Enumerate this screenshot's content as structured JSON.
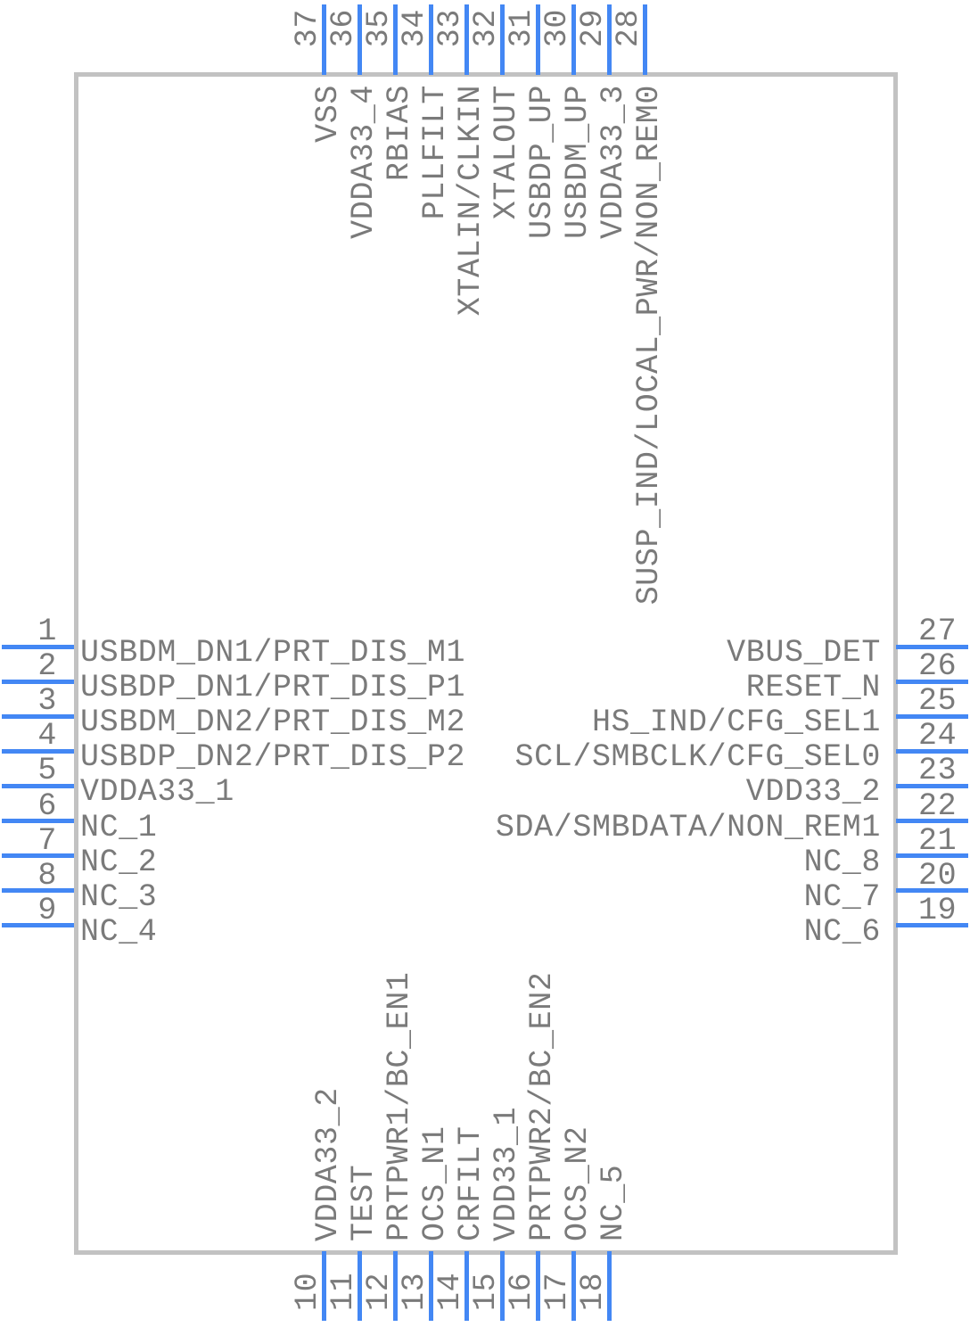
{
  "diagram": {
    "kind": "ic-pinout-symbol",
    "pin_count": 37
  },
  "colors": {
    "background": "#ffffff",
    "pin_line": "#4387f4",
    "text": "#7a7a7a",
    "body_border": "#c2c2c2"
  },
  "pins": {
    "left": [
      {
        "number": "1",
        "name": "USBDM_DN1/PRT_DIS_M1"
      },
      {
        "number": "2",
        "name": "USBDP_DN1/PRT_DIS_P1"
      },
      {
        "number": "3",
        "name": "USBDM_DN2/PRT_DIS_M2"
      },
      {
        "number": "4",
        "name": "USBDP_DN2/PRT_DIS_P2"
      },
      {
        "number": "5",
        "name": "VDDA33_1"
      },
      {
        "number": "6",
        "name": "NC_1"
      },
      {
        "number": "7",
        "name": "NC_2"
      },
      {
        "number": "8",
        "name": "NC_3"
      },
      {
        "number": "9",
        "name": "NC_4"
      }
    ],
    "right": [
      {
        "number": "27",
        "name": "VBUS_DET"
      },
      {
        "number": "26",
        "name": "RESET_N"
      },
      {
        "number": "25",
        "name": "HS_IND/CFG_SEL1"
      },
      {
        "number": "24",
        "name": "SCL/SMBCLK/CFG_SEL0"
      },
      {
        "number": "23",
        "name": "VDD33_2"
      },
      {
        "number": "22",
        "name": "SDA/SMBDATA/NON_REM1"
      },
      {
        "number": "21",
        "name": "NC_8"
      },
      {
        "number": "20",
        "name": "NC_7"
      },
      {
        "number": "19",
        "name": "NC_6"
      }
    ],
    "top": [
      {
        "number": "37",
        "name": "VSS"
      },
      {
        "number": "36",
        "name": "VDDA33_4"
      },
      {
        "number": "35",
        "name": "RBIAS"
      },
      {
        "number": "34",
        "name": "PLLFILT"
      },
      {
        "number": "33",
        "name": "XTALIN/CLKIN"
      },
      {
        "number": "32",
        "name": "XTALOUT"
      },
      {
        "number": "31",
        "name": "USBDP_UP"
      },
      {
        "number": "30",
        "name": "USBDM_UP"
      },
      {
        "number": "29",
        "name": "VDDA33_3"
      },
      {
        "number": "28",
        "name": "SUSP_IND/LOCAL_PWR/NON_REM0"
      }
    ],
    "bottom": [
      {
        "number": "10",
        "name": "VDDA33_2"
      },
      {
        "number": "11",
        "name": "TEST"
      },
      {
        "number": "12",
        "name": "PRTPWR1/BC_EN1"
      },
      {
        "number": "13",
        "name": "OCS_N1"
      },
      {
        "number": "14",
        "name": "CRFILT"
      },
      {
        "number": "15",
        "name": "VDD33_1"
      },
      {
        "number": "16",
        "name": "PRTPWR2/BC_EN2"
      },
      {
        "number": "17",
        "name": "OCS_N2"
      },
      {
        "number": "18",
        "name": "NC_5"
      }
    ]
  }
}
